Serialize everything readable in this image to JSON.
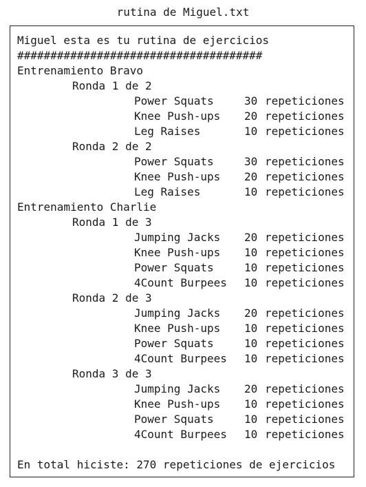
{
  "window": {
    "title": "rutina de Miguel.txt"
  },
  "document": {
    "header": "Miguel esta es tu rutina de ejercicios",
    "separator": "#####################################",
    "unit_label": "repeticiones",
    "trainings": [
      {
        "name": "Entrenamiento Bravo",
        "rounds": [
          {
            "label": "Ronda 1 de 2",
            "exercises": [
              {
                "name": "Power Squats",
                "reps": "30"
              },
              {
                "name": "Knee Push-ups",
                "reps": "20"
              },
              {
                "name": "Leg Raises",
                "reps": "10"
              }
            ]
          },
          {
            "label": "Ronda 2 de 2",
            "exercises": [
              {
                "name": "Power Squats",
                "reps": "30"
              },
              {
                "name": "Knee Push-ups",
                "reps": "20"
              },
              {
                "name": "Leg Raises",
                "reps": "10"
              }
            ]
          }
        ]
      },
      {
        "name": "Entrenamiento Charlie",
        "rounds": [
          {
            "label": "Ronda 1 de 3",
            "exercises": [
              {
                "name": "Jumping Jacks",
                "reps": "20"
              },
              {
                "name": "Knee Push-ups",
                "reps": "10"
              },
              {
                "name": "Power Squats",
                "reps": "10"
              },
              {
                "name": "4Count Burpees",
                "reps": "10"
              }
            ]
          },
          {
            "label": "Ronda 2 de 3",
            "exercises": [
              {
                "name": "Jumping Jacks",
                "reps": "20"
              },
              {
                "name": "Knee Push-ups",
                "reps": "10"
              },
              {
                "name": "Power Squats",
                "reps": "10"
              },
              {
                "name": "4Count Burpees",
                "reps": "10"
              }
            ]
          },
          {
            "label": "Ronda 3 de 3",
            "exercises": [
              {
                "name": "Jumping Jacks",
                "reps": "20"
              },
              {
                "name": "Knee Push-ups",
                "reps": "10"
              },
              {
                "name": "Power Squats",
                "reps": "10"
              },
              {
                "name": "4Count Burpees",
                "reps": "10"
              }
            ]
          }
        ]
      }
    ],
    "footer": "En total hiciste: 270 repeticiones de ejercicios"
  }
}
